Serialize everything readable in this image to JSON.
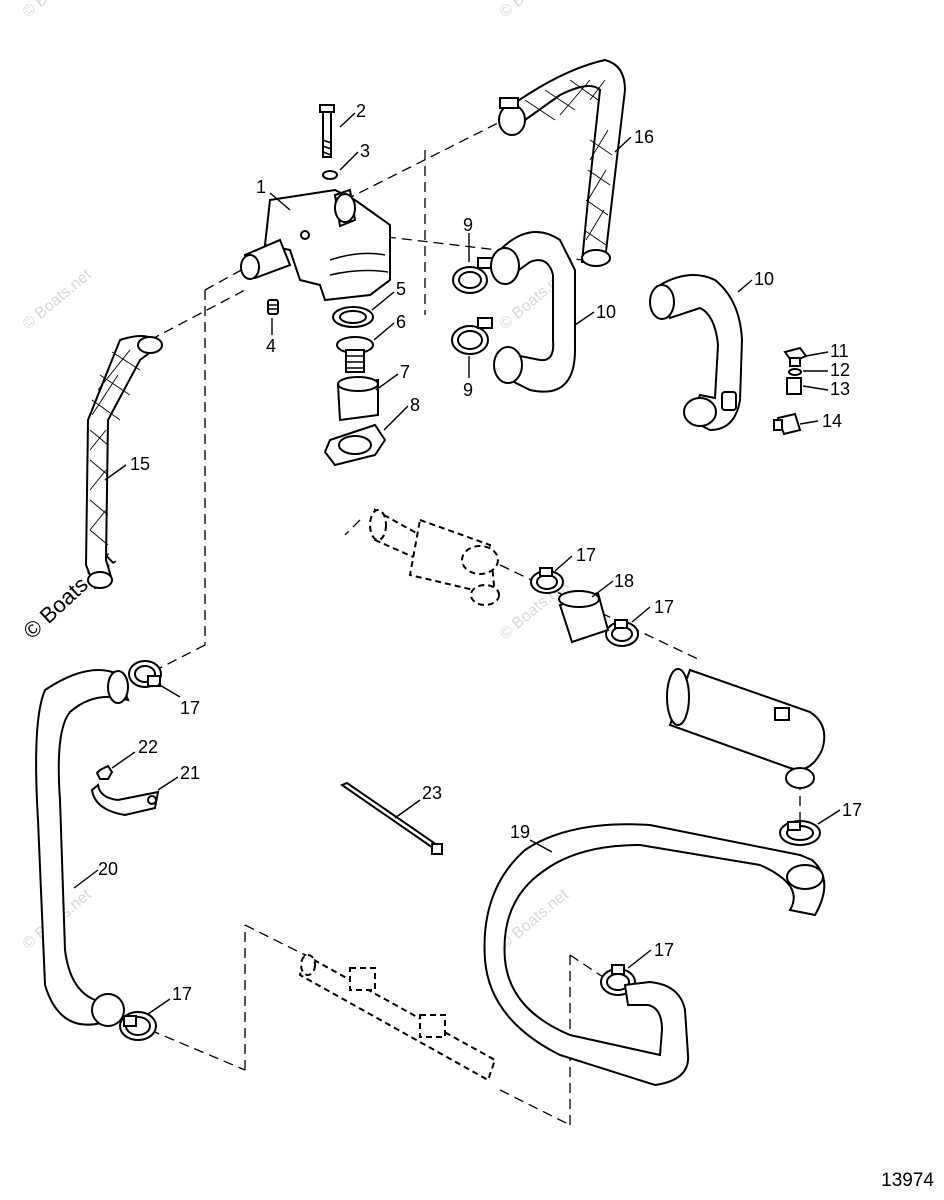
{
  "watermark": "© Boats.net",
  "figure_number": "13974",
  "callouts": [
    {
      "id": "c1",
      "label": "1"
    },
    {
      "id": "c2",
      "label": "2"
    },
    {
      "id": "c3",
      "label": "3"
    },
    {
      "id": "c4",
      "label": "4"
    },
    {
      "id": "c5",
      "label": "5"
    },
    {
      "id": "c6",
      "label": "6"
    },
    {
      "id": "c7",
      "label": "7"
    },
    {
      "id": "c8",
      "label": "8"
    },
    {
      "id": "c9a",
      "label": "9"
    },
    {
      "id": "c9b",
      "label": "9"
    },
    {
      "id": "c10a",
      "label": "10"
    },
    {
      "id": "c10b",
      "label": "10"
    },
    {
      "id": "c11",
      "label": "11"
    },
    {
      "id": "c12",
      "label": "12"
    },
    {
      "id": "c13",
      "label": "13"
    },
    {
      "id": "c14",
      "label": "14"
    },
    {
      "id": "c15",
      "label": "15"
    },
    {
      "id": "c16",
      "label": "16"
    },
    {
      "id": "c17a",
      "label": "17"
    },
    {
      "id": "c17b",
      "label": "17"
    },
    {
      "id": "c17c",
      "label": "17"
    },
    {
      "id": "c17d",
      "label": "17"
    },
    {
      "id": "c17e",
      "label": "17"
    },
    {
      "id": "c17f",
      "label": "17"
    },
    {
      "id": "c18",
      "label": "18"
    },
    {
      "id": "c19",
      "label": "19"
    },
    {
      "id": "c20",
      "label": "20"
    },
    {
      "id": "c21",
      "label": "21"
    },
    {
      "id": "c22",
      "label": "22"
    },
    {
      "id": "c23",
      "label": "23"
    }
  ]
}
